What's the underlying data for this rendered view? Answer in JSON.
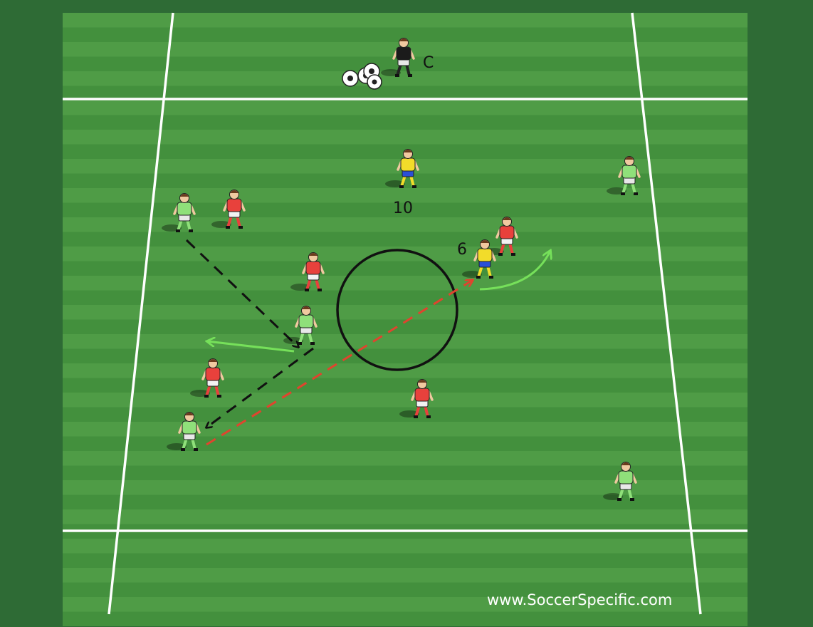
{
  "diagram": {
    "colors": {
      "background": "#2e6b35",
      "pitch_light": "#4f9c46",
      "pitch_dark": "#43903d",
      "lines": "#ffffff",
      "green_team": "#8fe07a",
      "red_team": "#e8413c",
      "yellow_team": "#f2dc2a",
      "coach": "#1b1b1b",
      "run_arrow": "#76e05a",
      "pass_arrow_black": "#111111",
      "pass_arrow_red": "#e0442e"
    },
    "labels": {
      "coach": "C",
      "player_10": "10",
      "player_6": "6"
    },
    "watermark": "www.SoccerSpecific.com",
    "icons": [
      "soccer-ball-icon",
      "player-figure-icon",
      "arrow-icon"
    ]
  }
}
